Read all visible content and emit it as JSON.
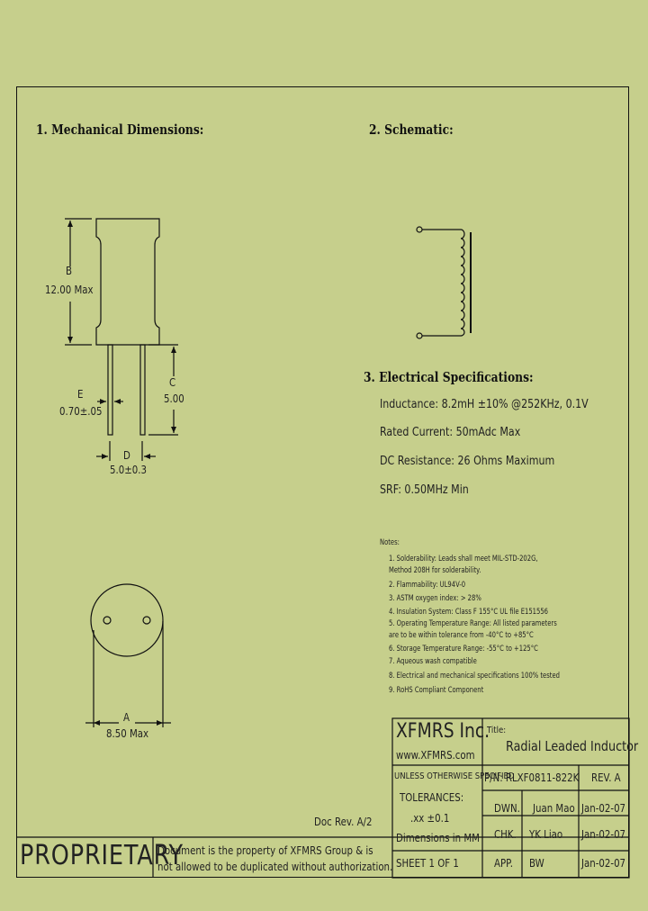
{
  "sections": {
    "mechanical": "1. Mechanical Dimensions:",
    "schematic": "2. Schematic:",
    "electrical": "3. Electrical Specifications:"
  },
  "dimensions": {
    "b_letter": "B",
    "b_value": "12.00 Max",
    "c_letter": "C",
    "c_value": "5.00",
    "e_letter": "E",
    "e_value": "0.70±.05",
    "d_letter": "D",
    "d_value": "5.0±0.3",
    "a_letter": "A",
    "a_value": "8.50 Max"
  },
  "specs": [
    "Inductance: 8.2mH ±10% @252KHz, 0.1V",
    "Rated Current: 50mAdc Max",
    "DC Resistance: 26 Ohms Maximum",
    "SRF: 0.50MHz Min"
  ],
  "notes_title": "Notes:",
  "notes": [
    "1. Solderability: Leads shall meet MIL-STD-202G,",
    "    Method 208H for solderability.",
    "2. Flammability: UL94V-0",
    "3. ASTM oxygen index: > 28%",
    "4. Insulation System: Class F 155°C UL file E151556",
    "5. Operating Temperature Range: All listed parameters",
    "    are to be within tolerance from -40°C to +85°C",
    "6. Storage Temperature Range: -55°C to +125°C",
    "7. Aqueous wash compatible",
    "8. Electrical and mechanical specifications 100% tested",
    "9. RoHS Compliant Component"
  ],
  "doc_rev": "Doc Rev. A/2",
  "title_block": {
    "company": "XFMRS Inc.",
    "website": "www.XFMRS.com",
    "title_label": "Title:",
    "title": "Radial Leaded Inductor",
    "unless": "UNLESS OTHERWISE SPECIFIED",
    "tolerances": "TOLERANCES:",
    "tol_value": ".xx ±0.1",
    "dims_in": "Dimensions in MM",
    "pn": "P/N: RLXF0811-822K",
    "rev": "REV. A",
    "dwn_label": "DWN.",
    "dwn_name": "Juan Mao",
    "dwn_date": "Jan-02-07",
    "chk_label": "CHK.",
    "chk_name": "YK Liao",
    "chk_date": "Jan-02-07",
    "app_label": "APP.",
    "app_name": "BW",
    "app_date": "Jan-02-07",
    "sheet": "SHEET 1 OF 1",
    "proprietary": "PROPRIETARY",
    "prop_note_1": "Document is the property of XFMRS Group & is",
    "prop_note_2": "not allowed to be duplicated without authorization."
  }
}
